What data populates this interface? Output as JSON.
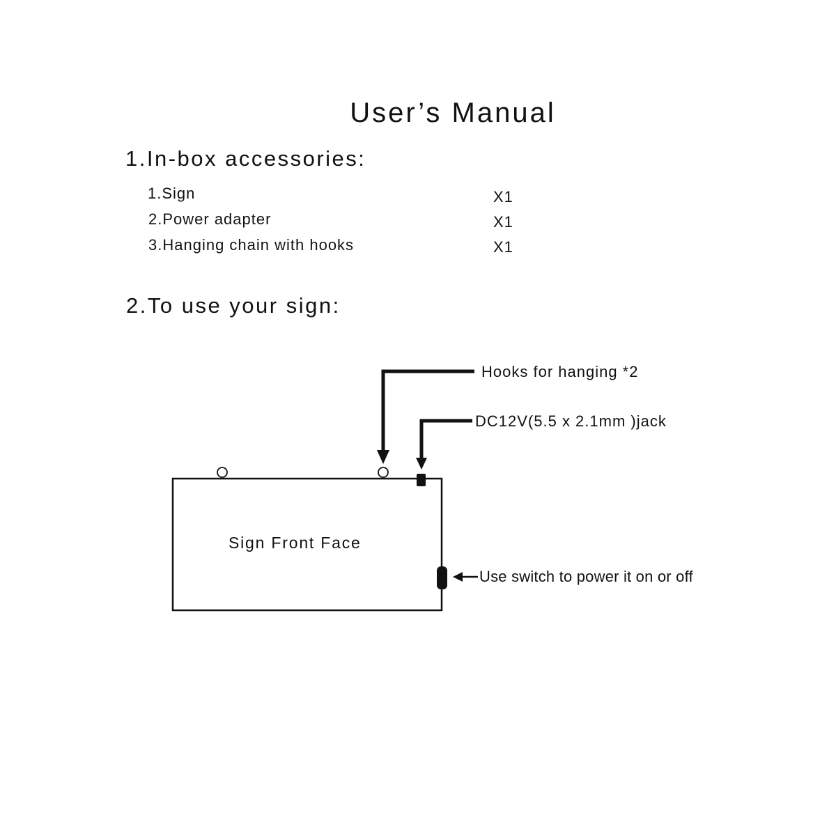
{
  "title": "User’s Manual",
  "sections": {
    "accessories": {
      "heading": "1.In-box accessories:",
      "items": [
        {
          "label": "1.Sign",
          "qty": "X1"
        },
        {
          "label": "2.Power adapter",
          "qty": "X1"
        },
        {
          "label": "3.Hanging chain with hooks",
          "qty": "X1"
        }
      ]
    },
    "usage": {
      "heading": "2.To use your sign:"
    }
  },
  "diagram": {
    "sign_label": "Sign Front Face",
    "callouts": {
      "hooks": "Hooks for hanging *2",
      "dc_jack": "DC12V(5.5 x 2.1mm )jack",
      "switch": "Use switch to power it on or off"
    }
  }
}
